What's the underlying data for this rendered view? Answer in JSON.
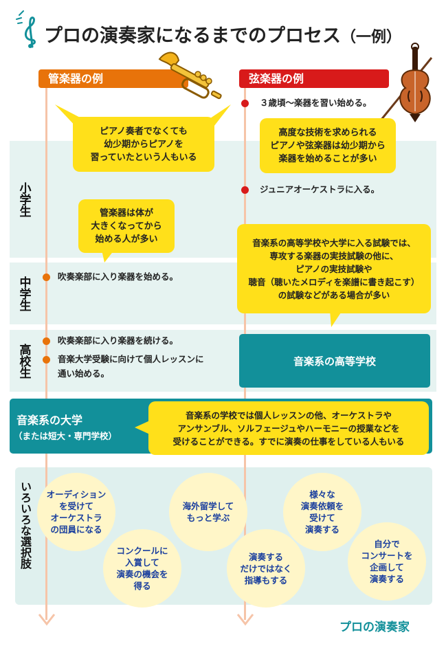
{
  "title": {
    "main": "プロの演奏家になるまでのプロセス",
    "sub": "（一例）"
  },
  "columns": {
    "wind": "管楽器の例",
    "string": "弦楽器の例"
  },
  "stages": {
    "elementary": "小学生",
    "middle": "中学生",
    "high": "高校生"
  },
  "wind_notes": {
    "bubble1": [
      "ピアノ奏者でなくても",
      "幼少期からピアノを",
      "習っていたという人もいる"
    ],
    "bubble2": [
      "管楽器は体が",
      "大きくなってから",
      "始める人が多い"
    ],
    "step_middle": "吹奏楽部に入り楽器を始める。",
    "step_high1": "吹奏楽部に入り楽器を続ける。",
    "step_high2a": "音楽大学受験に向けて個人レッスンに",
    "step_high2b": "通い始める。"
  },
  "string_notes": {
    "step1": "３歳頃〜楽器を習い始める。",
    "bubble1": [
      "高度な技術を求められる",
      "ピアノや弦楽器は幼少期から",
      "楽器を始めることが多い"
    ],
    "step2": "ジュニアオーケストラに入る。",
    "bubble2": [
      "音楽系の高等学校や大学に入る試験では、",
      "専攻する楽器の実技試験の他に、",
      "ピアノの実技試験や",
      "聴音（聴いたメロディを楽譜に書き起こす）",
      "の試験などがある場合が多い"
    ],
    "box": "音楽系の高等学校"
  },
  "university": {
    "title": "音楽系の大学",
    "sub": "（または短大・専門学校）",
    "bubble": [
      "音楽系の学校では個人レッスンの他、オーケストラや",
      "アンサンブル、ソルフェージュやハーモニーの授業などを",
      "受けることができる。すでに演奏の仕事をしている人もいる"
    ]
  },
  "choices": {
    "label": "いろいろな選択肢",
    "items": [
      [
        "オーディション",
        "を受けて",
        "オーケストラ",
        "の団員になる"
      ],
      [
        "コンクールに",
        "入賞して",
        "演奏の機会を",
        "得る"
      ],
      [
        "海外留学して",
        "もっと学ぶ"
      ],
      [
        "演奏する",
        "だけではなく",
        "指導もする"
      ],
      [
        "様々な",
        "演奏依頼を",
        "受けて",
        "演奏する"
      ],
      [
        "自分で",
        "コンサートを",
        "企画して",
        "演奏する"
      ]
    ]
  },
  "goal": "プロの演奏家",
  "colors": {
    "wind": "#e8730a",
    "string": "#d81a1a",
    "teal": "#12909a",
    "yellow": "#ffe01a",
    "band": "#e6f3f1",
    "line": "#f6c4a8",
    "navy": "#1a3f9e"
  },
  "icons": {
    "clef": "treble-clef-icon",
    "trumpet": "trumpet-icon",
    "violin": "violin-icon"
  }
}
